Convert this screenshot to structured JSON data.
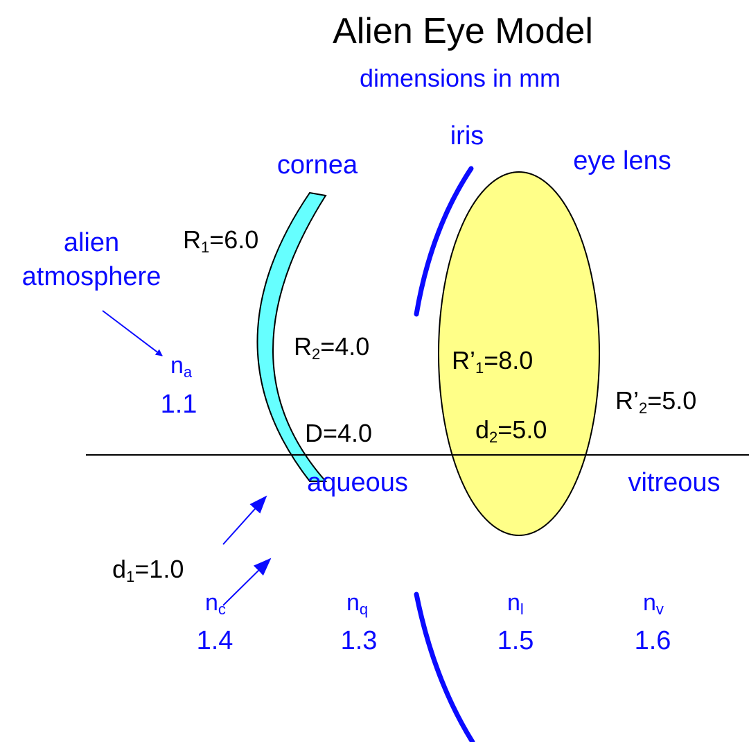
{
  "title": "Alien Eye Model",
  "subtitle": "dimensions in mm",
  "labels": {
    "cornea": "cornea",
    "iris": "iris",
    "eye_lens": "eye lens",
    "atmosphere_line1": "alien",
    "atmosphere_line2": "atmosphere",
    "aqueous": "aqueous",
    "vitreous": "vitreous"
  },
  "dimensions": {
    "R1": {
      "base": "R",
      "sub": "1",
      "value": "=6.0"
    },
    "R2": {
      "base": "R",
      "sub": "2",
      "value": "=4.0"
    },
    "Rp1": {
      "base": "R’",
      "sub": "1",
      "value": "=8.0"
    },
    "Rp2": {
      "base": "R’",
      "sub": "2",
      "value": "=5.0"
    },
    "D": {
      "text": "D=4.0"
    },
    "d1": {
      "base": "d",
      "sub": "1",
      "value": "=1.0"
    },
    "d2": {
      "base": "d",
      "sub": "2",
      "value": "=5.0"
    }
  },
  "media": {
    "atmosphere": {
      "base": "n",
      "sub": "a",
      "value": "1.1"
    },
    "cornea": {
      "base": "n",
      "sub": "c",
      "value": "1.4"
    },
    "aqueous": {
      "base": "n",
      "sub": "q",
      "value": "1.3"
    },
    "lens": {
      "base": "n",
      "sub": "l",
      "value": "1.5"
    },
    "vitreous": {
      "base": "n",
      "sub": "v",
      "value": "1.6"
    }
  },
  "colors": {
    "cornea_fill": "#66ffff",
    "lens_fill": "#ffff88",
    "iris": "#0b0bff",
    "label_blue": "#0b0bff",
    "dimension_text": "#000000"
  }
}
